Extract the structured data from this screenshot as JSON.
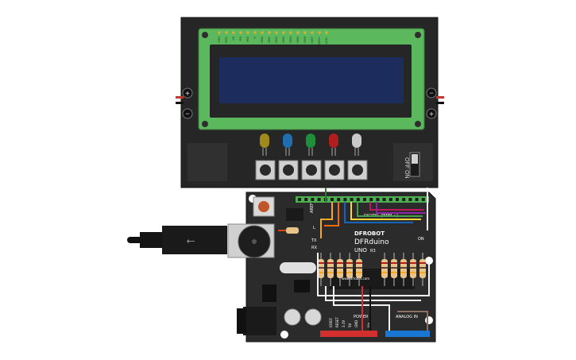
{
  "lcd_module": {
    "pin_labels": [
      "VSS",
      "VDD",
      "V0",
      "RS",
      "RW",
      "E",
      "DB0",
      "DB1",
      "DB2",
      "DB3",
      "DB4",
      "DB5",
      "DB6",
      "DB7",
      "LED+",
      "LED-"
    ],
    "buttons": [
      "button-1",
      "button-2",
      "button-3",
      "button-4",
      "button-5"
    ],
    "leds": [
      {
        "name": "yellow-led",
        "color": "#a28a1a"
      },
      {
        "name": "blue-led",
        "color": "#1f6fb0"
      },
      {
        "name": "green-led",
        "color": "#1e8f3a"
      },
      {
        "name": "red-led",
        "color": "#b01e1e"
      },
      {
        "name": "white-led",
        "color": "#c9c9c9"
      }
    ],
    "switch": {
      "off_label": "OFF",
      "on_label": "ON"
    },
    "plus_symbol": "+",
    "minus_symbol": "−"
  },
  "board": {
    "brand": "DFRduino",
    "model": "UNO",
    "revision": "R3",
    "logo_text": "DFROBOT",
    "aref_label": "AREF",
    "l_label": "L",
    "tx_label": "TX",
    "rx_label": "RX",
    "on_label": "ON",
    "digital_label": "DIGITAL (PWM ~)",
    "power_label": "POWER",
    "analog_label": "ANALOG IN",
    "ioref_label": "IOREF",
    "reset_label": "RESET",
    "v33_label": "3.3V",
    "v5_label": "5V",
    "gnd_label": "GND",
    "vin_label": "Vin",
    "url_label": "www.dfrobot.com"
  },
  "colors": {
    "pcb": "#2b2b2b",
    "lcd_green": "#5cb85c",
    "lcd_screen": "#1a2a5a",
    "header_green": "#4caf50",
    "wire_white": "#f2f2f2"
  }
}
